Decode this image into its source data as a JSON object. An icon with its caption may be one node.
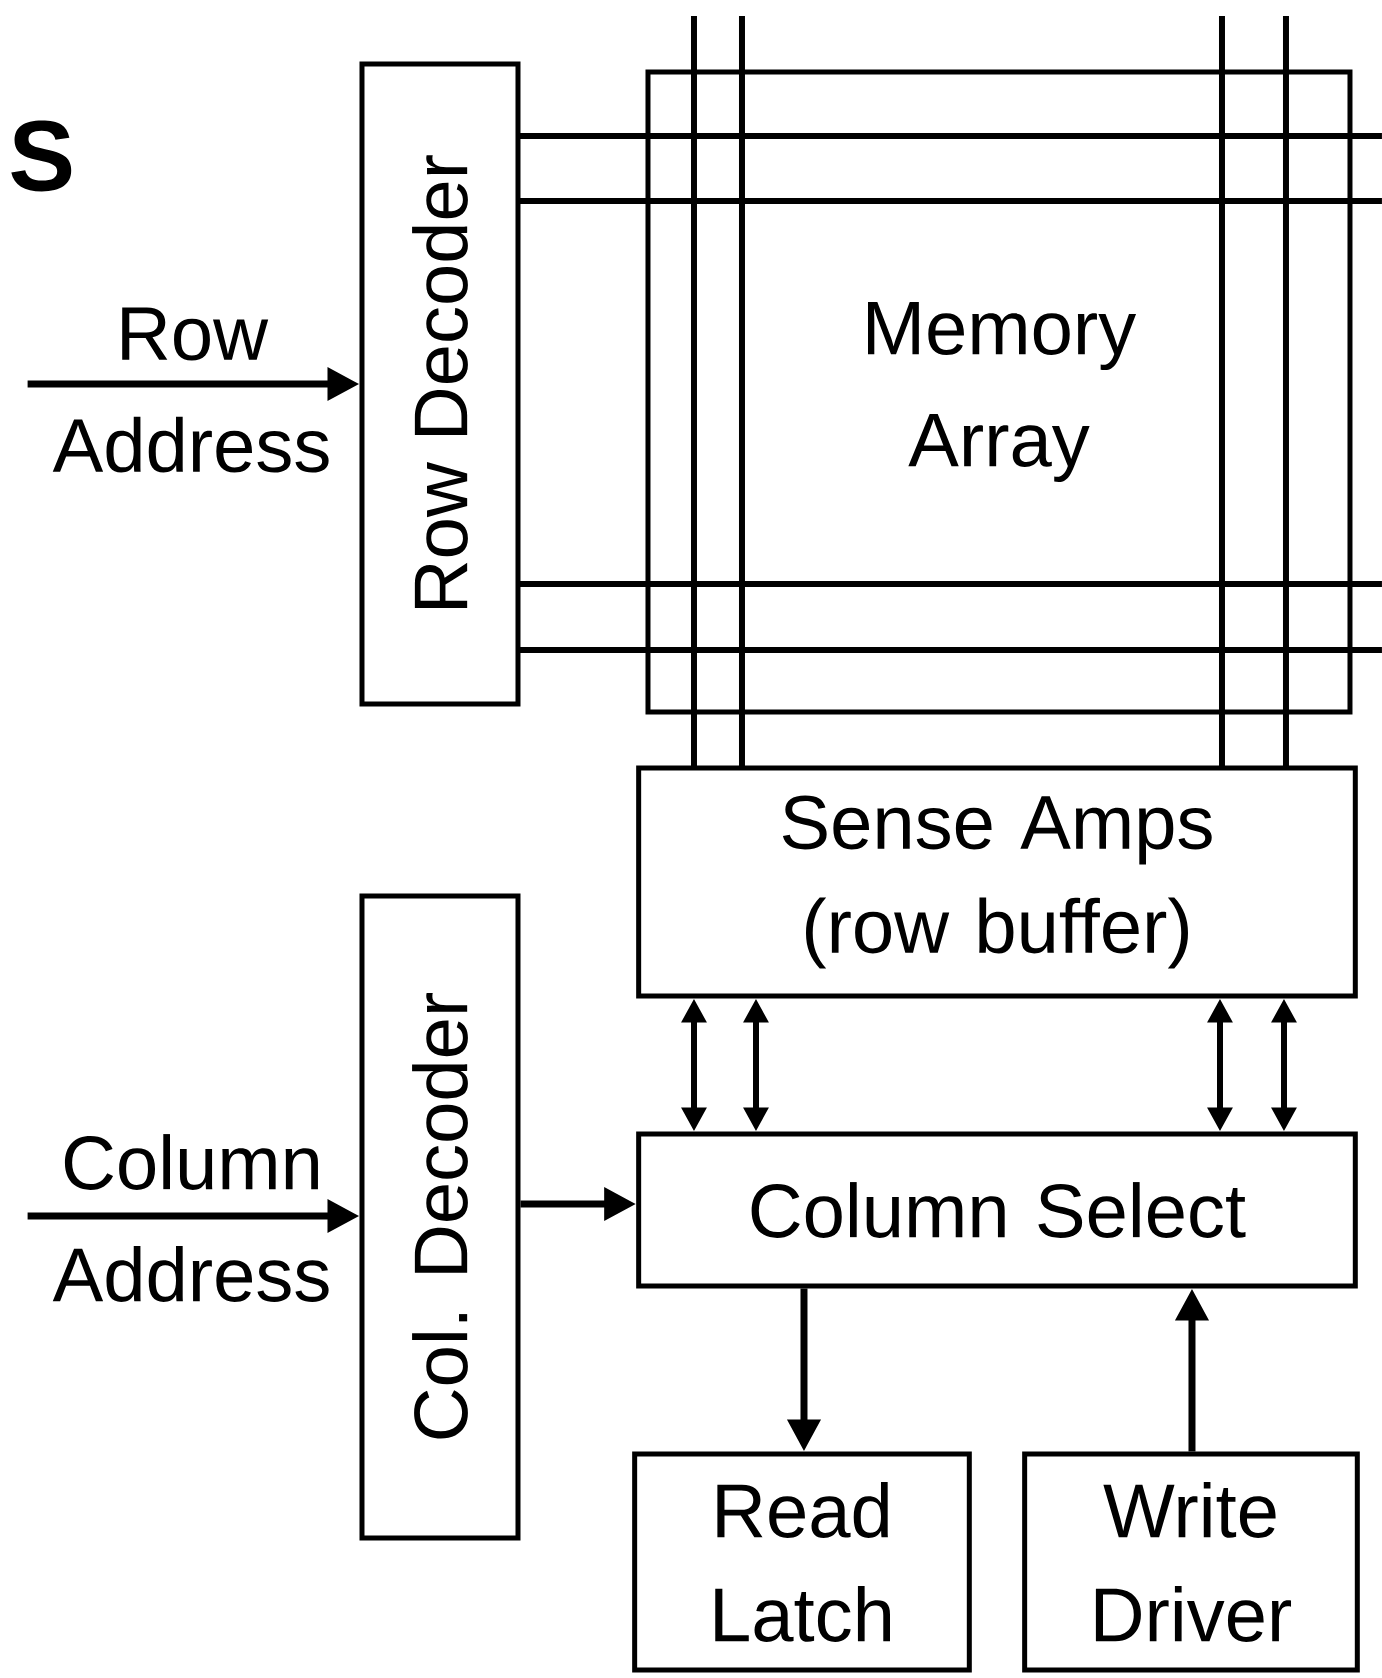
{
  "diagram": {
    "nodes": [
      {
        "text": [
          "Row Address"
        ]
      },
      {
        "text": [
          "Row Decoder"
        ]
      },
      {
        "text": [
          "Memory Array"
        ]
      },
      {
        "text": [
          "Sense Amps (row buffer)"
        ]
      },
      {
        "text": [
          "Column Address"
        ]
      },
      {
        "text": [
          "Col. Decoder"
        ]
      },
      {
        "text": [
          "Column Select"
        ]
      },
      {
        "text": [
          "Read Latch"
        ]
      },
      {
        "text": [
          "Write Driver"
        ]
      }
    ],
    "edges": [
      {
        "from": 0,
        "to": 1,
        "arrow": "to"
      },
      {
        "from": 4,
        "to": 5,
        "arrow": "to"
      },
      {
        "from": 5,
        "to": 6,
        "arrow": "to"
      },
      {
        "from": 3,
        "to": 6,
        "arrow": "both"
      },
      {
        "from": 3,
        "to": 6,
        "arrow": "both"
      },
      {
        "from": 3,
        "to": 6,
        "arrow": "both"
      },
      {
        "from": 3,
        "to": 6,
        "arrow": "both"
      },
      {
        "from": 6,
        "to": 7,
        "arrow": "to"
      },
      {
        "from": 8,
        "to": 6,
        "arrow": "to"
      }
    ],
    "labels": [
      "S"
    ]
  }
}
